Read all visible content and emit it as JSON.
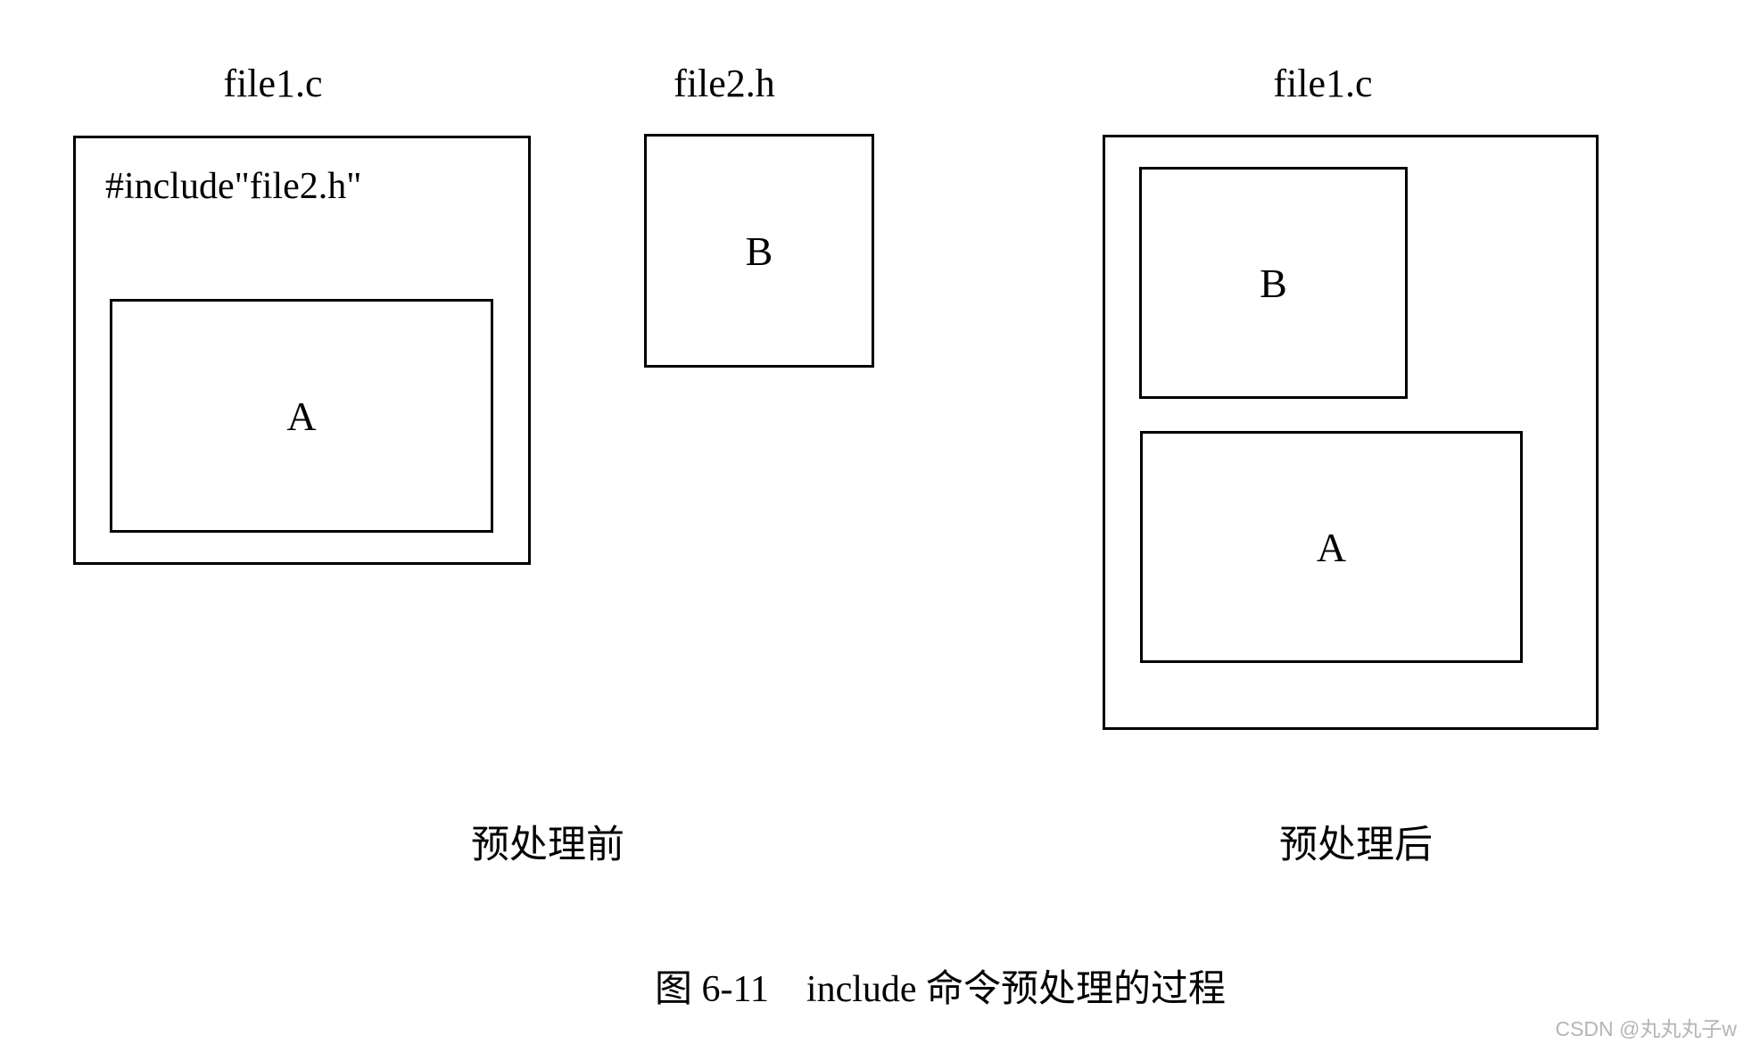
{
  "before": {
    "file1_title": "file1.c",
    "include_line": "#include\"file2.h\"",
    "module_a": "A",
    "file2_title": "file2.h",
    "module_b": "B",
    "label": "预处理前"
  },
  "after": {
    "file1_title": "file1.c",
    "module_b": "B",
    "module_a": "A",
    "label": "预处理后"
  },
  "caption": "图 6-11　include 命令预处理的过程",
  "watermark": "CSDN @丸丸丸子w",
  "colors": {
    "line": "#000000",
    "background": "#ffffff",
    "watermark": "#b5b5b5"
  }
}
